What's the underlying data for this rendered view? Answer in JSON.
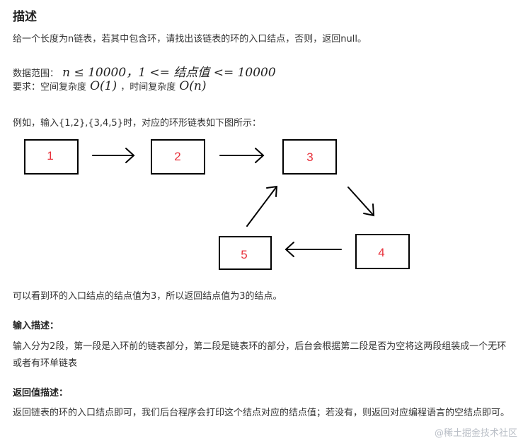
{
  "heading": "描述",
  "intro": "给一个长度为n链表，若其中包含环，请找出该链表的环的入口结点，否则，返回null。",
  "range": {
    "label": "数据范围：",
    "math": "n ≤ 10000，1 <= 结点值 <= 10000"
  },
  "requirement": {
    "label": "要求：空间复杂度",
    "space": "O(1)",
    "mid": "，时间复杂度",
    "time": "O(n)"
  },
  "example": "例如，输入{1,2},{3,4,5}时，对应的环形链表如下图所示：",
  "diagram": {
    "box_color": "#000000",
    "label_color": "#e8323c",
    "nodes": [
      {
        "label": "1"
      },
      {
        "label": "2"
      },
      {
        "label": "3"
      },
      {
        "label": "4"
      },
      {
        "label": "5"
      }
    ]
  },
  "conclusion": "可以看到环的入口结点的结点值为3，所以返回结点值为3的结点。",
  "input_desc": {
    "title": "输入描述：",
    "text": "输入分为2段，第一段是入环前的链表部分，第二段是链表环的部分，后台会根据第二段是否为空将这两段组装成一个无环或者有环单链表"
  },
  "return_desc": {
    "title": "返回值描述：",
    "text": "返回链表的环的入口结点即可，我们后台程序会打印这个结点对应的结点值；若没有，则返回对应编程语言的空结点即可。"
  },
  "watermark": "@稀土掘金技术社区"
}
